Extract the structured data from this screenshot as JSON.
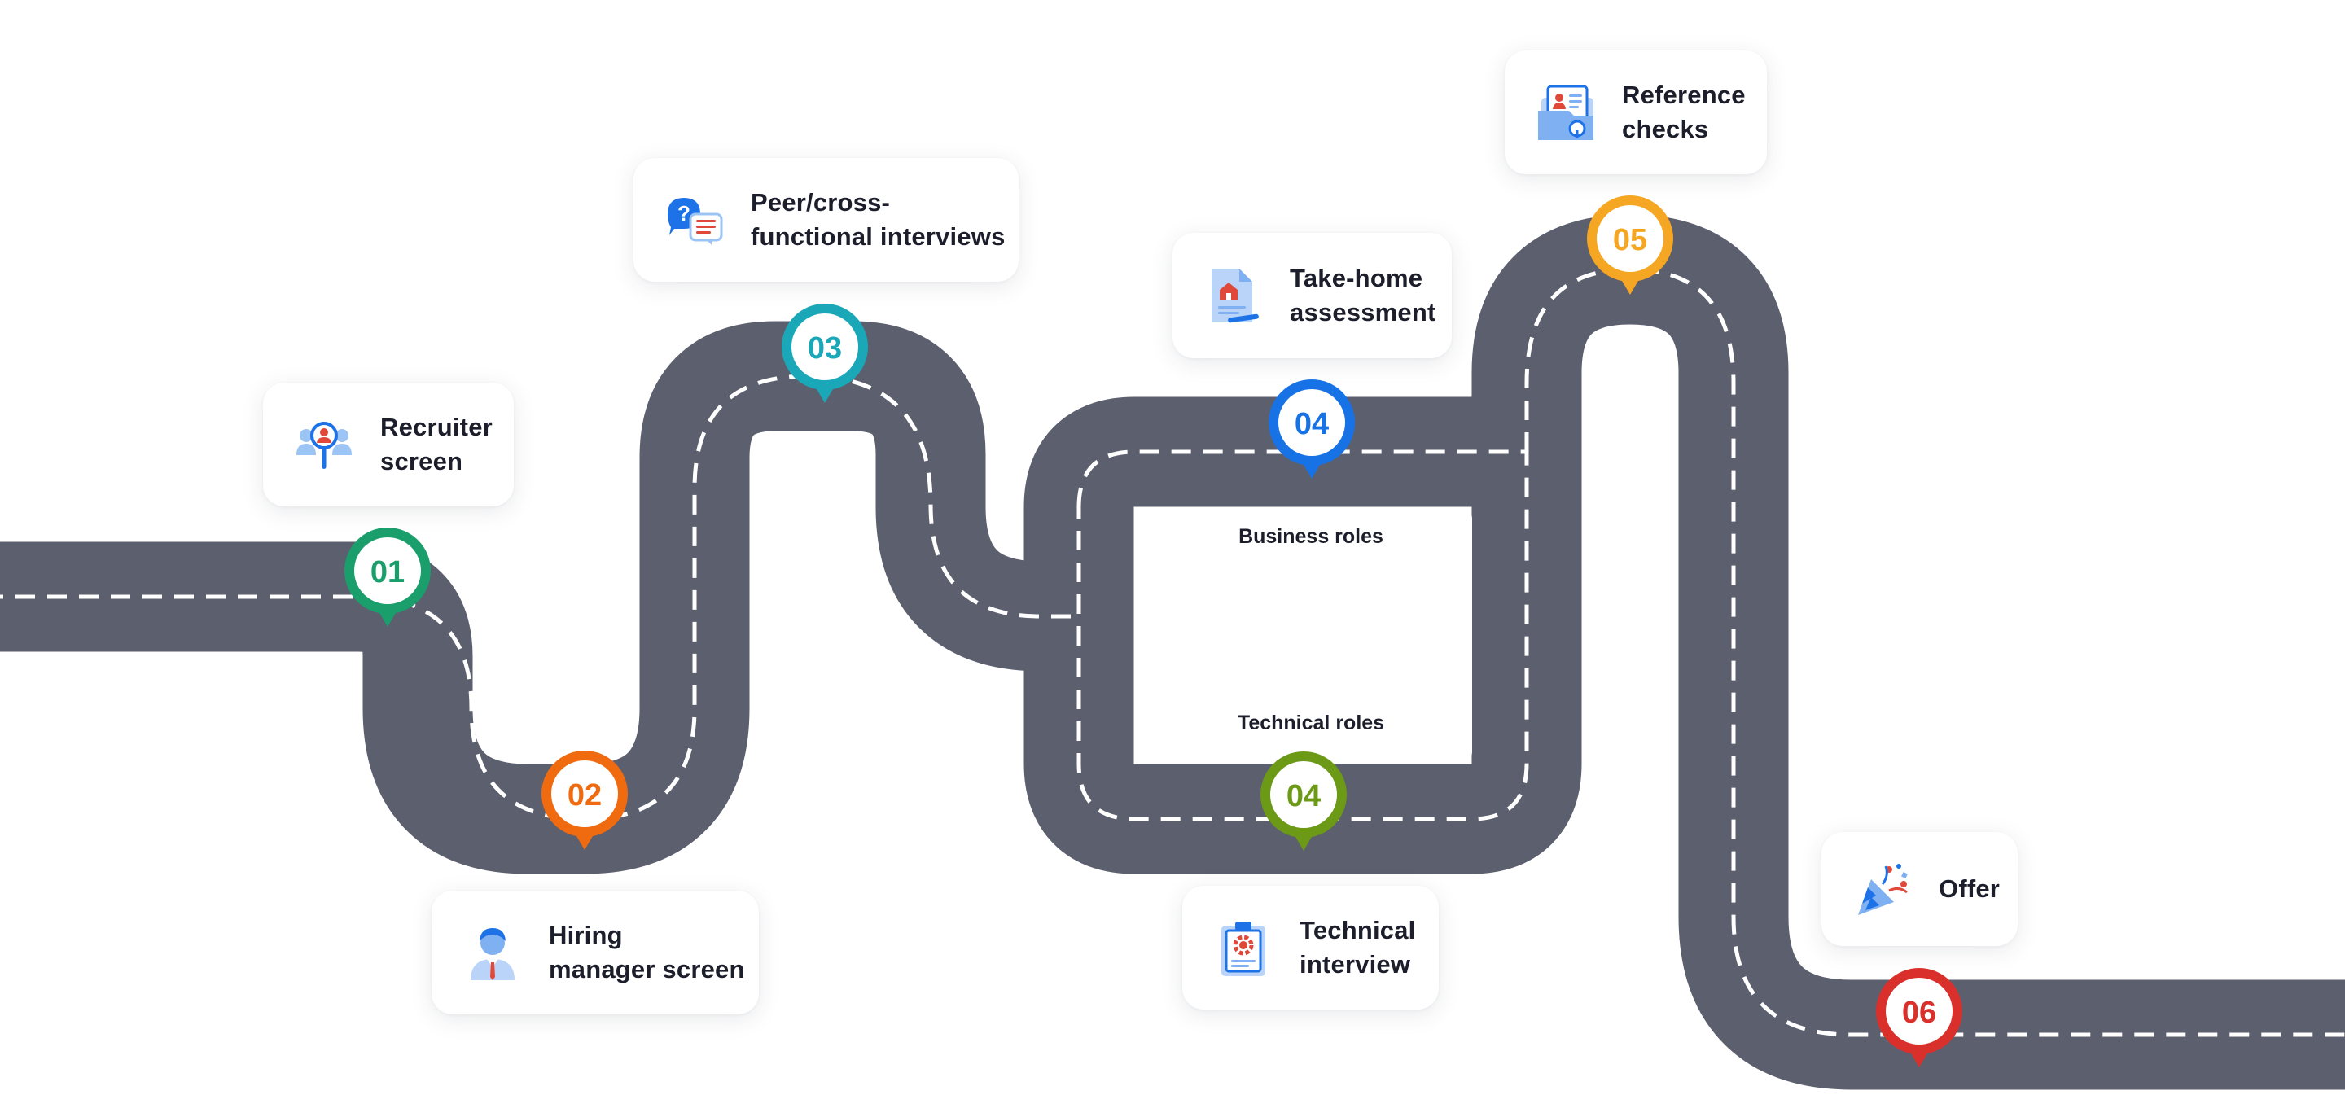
{
  "steps": [
    {
      "id": "recruiter",
      "number": "01",
      "color": "#1a9e6c",
      "icon": "recruiter-search-icon",
      "label_lines": [
        "Recruiter",
        "screen"
      ]
    },
    {
      "id": "hiring-manager",
      "number": "02",
      "color": "#f06b0f",
      "icon": "hiring-manager-icon",
      "label_lines": [
        "Hiring",
        "manager screen"
      ]
    },
    {
      "id": "peer-interviews",
      "number": "03",
      "color": "#1aa7b8",
      "icon": "chat-bubbles-icon",
      "label_lines": [
        "Peer/cross-",
        "functional interviews"
      ]
    },
    {
      "id": "take-home",
      "number": "04",
      "color": "#1772e6",
      "icon": "assessment-document-icon",
      "label_lines": [
        "Take-home",
        "assessment"
      ]
    },
    {
      "id": "technical-interview",
      "number": "04",
      "color": "#6c9a17",
      "icon": "clipboard-gear-icon",
      "label_lines": [
        "Technical",
        "interview"
      ]
    },
    {
      "id": "reference-checks",
      "number": "05",
      "color": "#f5a623",
      "icon": "reference-folder-icon",
      "label_lines": [
        "Reference",
        "checks"
      ]
    },
    {
      "id": "offer",
      "number": "06",
      "color": "#d9302c",
      "icon": "party-popper-icon",
      "label_lines": [
        "Offer"
      ]
    }
  ],
  "branches": {
    "business": "Business roles",
    "technical": "Technical roles"
  },
  "colors": {
    "road": "#5c5f6e",
    "lane": "#ffffff",
    "background": "#ffffff"
  }
}
